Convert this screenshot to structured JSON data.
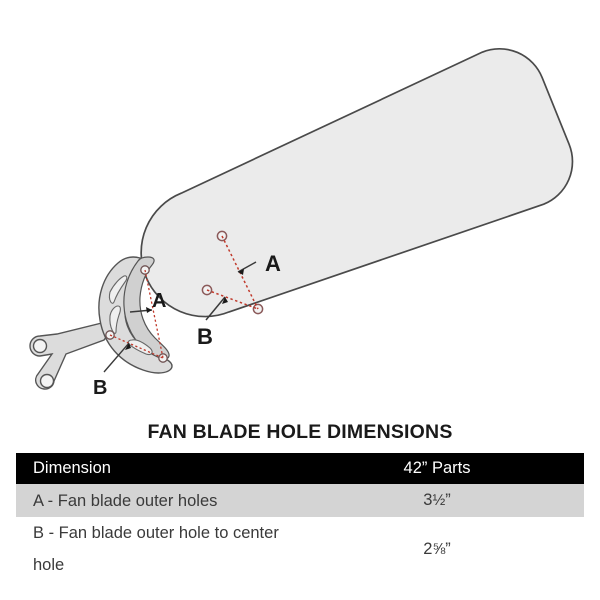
{
  "diagram": {
    "title": "FAN BLADE HOLE DIMENSIONS",
    "blade_label_a": "A",
    "blade_label_b": "B",
    "bracket_label_a": "A",
    "bracket_label_b": "B",
    "colors": {
      "part_fill": "#ebebeb",
      "part_stroke": "#4a4a4a",
      "dimension_line": "#c0392b",
      "label_text": "#1a1a1a",
      "leader_line": "#3a3a3a"
    },
    "parts": [
      {
        "name": "fan-blade",
        "description": "Fan blade, rounded rectangle shown at an angle"
      },
      {
        "name": "blade-bracket",
        "description": "Fan blade bracket arm with mounting holes"
      }
    ]
  },
  "table": {
    "headers": [
      "Dimension",
      "42” Parts"
    ],
    "rows": [
      {
        "dimension": "A - Fan blade outer holes",
        "value_whole": "3",
        "value_fraction": "½",
        "value_unit": "”"
      },
      {
        "dimension": "B - Fan blade outer hole to center hole",
        "value_whole": "2",
        "value_fraction": "⅝",
        "value_unit": "”"
      }
    ],
    "header_bg": "#000000",
    "header_fg": "#ffffff",
    "row_alt_bg": "#d4d4d4"
  }
}
